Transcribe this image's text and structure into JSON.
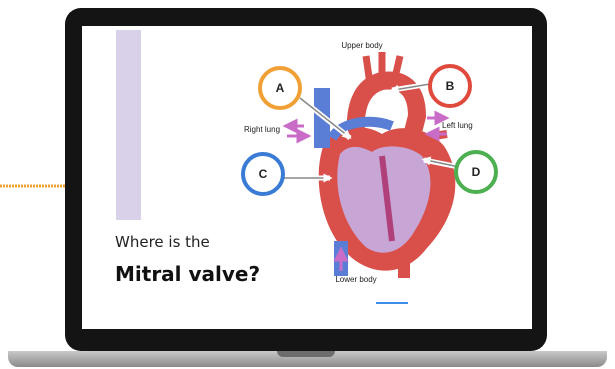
{
  "slide": {
    "question_line1": "Where is the",
    "question_line2": "Mitral valve?",
    "progress_fraction": 0.07
  },
  "diagram": {
    "labels": {
      "upper_body": "Upper body",
      "right_lung": "Right lung",
      "left_lung": "Left lung",
      "lower_body": "Lower body"
    },
    "markers": [
      {
        "letter": "A",
        "color": "#f0a035"
      },
      {
        "letter": "B",
        "color": "#e04a3c"
      },
      {
        "letter": "C",
        "color": "#3a7bd5"
      },
      {
        "letter": "D",
        "color": "#4caf50"
      }
    ]
  },
  "colors": {
    "purple_bar": "#d9d1ea",
    "orange_arrow": "#f0a035",
    "progress": "#3d8ee8"
  }
}
